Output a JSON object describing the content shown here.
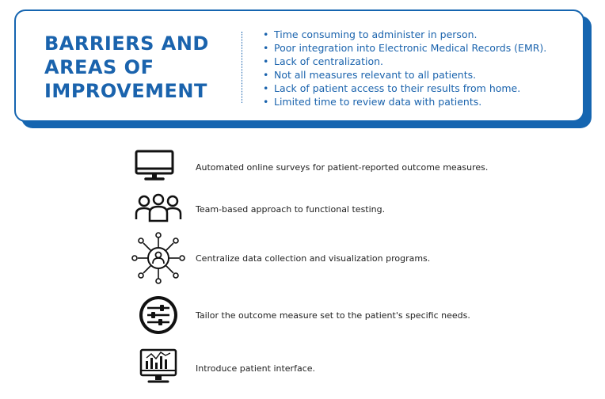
{
  "header": {
    "title": "BARRIERS AND\nAREAS OF\nIMPROVEMENT",
    "bullets": [
      "Time consuming to administer in person.",
      "Poor integration into Electronic Medical Records (EMR).",
      "Lack of centralization.",
      "Not all measures relevant to all patients.",
      "Lack of patient access to their results from home.",
      "Limited time to review data with patients."
    ]
  },
  "items": [
    {
      "icon": "computer-monitor-icon",
      "text": "Automated online surveys for patient-reported outcome measures."
    },
    {
      "icon": "team-people-icon",
      "text": "Team-based approach to functional testing."
    },
    {
      "icon": "network-hub-icon",
      "text": "Centralize data collection and visualization programs."
    },
    {
      "icon": "sliders-settings-icon",
      "text": "Tailor the outcome measure set to the patient's specific needs."
    },
    {
      "icon": "analytics-monitor-icon",
      "text": "Introduce patient interface."
    }
  ],
  "colors": {
    "accent": "#1565b0",
    "text": "#222222"
  }
}
